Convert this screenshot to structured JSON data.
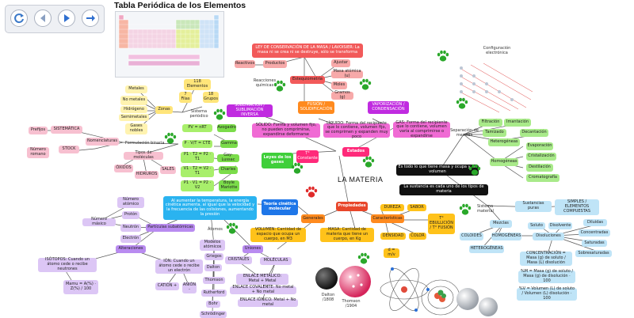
{
  "periodic_table": {
    "title": "Tabla Periódica de los Elementos"
  },
  "center_title": "LA MATERIA",
  "toolbar": {
    "icons": [
      "refresh-icon",
      "back-icon",
      "play-icon",
      "forward-icon"
    ]
  },
  "nodes": {
    "estados": "Estados",
    "propiedades": "Propiedades",
    "teoria": "Teoría cinética molecular",
    "leyes_gases": "Leyes de los gases",
    "generales": "Generales",
    "caracteristicas": "Características",
    "constante": "T° Constante",
    "ley_conservacion": "LEY DE CONSERVACIÓN DE LA MASA / LAVOISIER: La masa ni se crea ni se destruye, sólo se transforma",
    "reactivos": "Reactivos",
    "productos": "Productos",
    "reacciones": "Reacciones químicas",
    "estequiometria": "Estequiometría",
    "ajustar": "Ajustar",
    "masa_atomica": "Masa atómica (u)",
    "moles": "Moles",
    "gramos": "Gramos (g)",
    "fusion_solid": "FUSIÓN / SOLIDIFICACIÓN",
    "sublimacion": "SUBLIMACIÓN / SUBLIMACIÓN INVERSA",
    "vaporizacion": "VAPORIZACIÓN / CONDENSACIÓN",
    "solido": "SÓLIDO: Forma y volumen fijo, no pueden comprimirse, expandirse deformarse",
    "liquido": "LÍQUIDO: Forma del recipiente que lo contiene, volumen fijo, se comprimen y expanden muy poco",
    "gas": "GAS: Forma del recipiente que lo contiene, volumen varía al comprimirse o expandirse",
    "pv_nrt": "PV = nRT",
    "p_vt_cte": "P · V/T = CTE",
    "gay_lussac": "Gay-Lussac",
    "charles": "Charles",
    "boyle": "Boyle Mariotte",
    "avogadro": "Avogadro",
    "gamma": "Gamma",
    "p1_t1": "P1 · T2 = P2 · T1",
    "v1_t2": "V1 · T2 = V2 · T1",
    "p1_v1": "P1 · V1 = P2 · V2",
    "teoria_desc": "Al aumentar la temperatura, la energía cinética aumenta, al igual que la velocidad y la frecuencia de las colisiones, aumentando la presión",
    "atomos": "Átomos",
    "nivel_atomico": "Número atómico",
    "proton": "Protón",
    "neutron": "Neutrón",
    "electron": "Electrón",
    "numero_masico": "Número másico",
    "particulas": "Partículas subatómicas",
    "alteraciones": "Alteraciones",
    "isotopos": "ISÓTOPOS: Cuando un átomo cede o recibe neutrones",
    "ion": "IÓN: Cuando un átomo cede o recibe un electrón",
    "masa_formula": "Mamu = A(%) · Z(%) / 100",
    "cation": "CATIÓN +",
    "anion": "ANIÓN -",
    "modelos": "Modelos atómicos",
    "griegos": "Griegos",
    "dalton": "Dalton",
    "thomson": "Thomson",
    "rutherford": "Rutherford",
    "bohr": "Bohr",
    "schrodinger": "Schrödinger",
    "uniones": "Uniones",
    "cristales": "CRISTALES",
    "moleculas": "MOLÉCULAS",
    "enlace_metalico": "ENLACE METÁLICO: Metal + Metal",
    "enlace_covalente": "ENLACE COVALENTE: No metal + No metal",
    "enlace_ionico": "ENLACE IÓNICO: Metal + No metal",
    "volumen": "VOLUMEN: Cantidad de espacio que ocupa un cuerpo, en M3",
    "masa": "MASA: Cantidad de materia que tiene un cuerpo, en Kg",
    "dureza": "DUREZA",
    "sabor": "SABOR",
    "densidad": "DENSIDAD",
    "color": "COLOR",
    "ebullicion": "T° EBULLICIÓN / T° FUSIÓN",
    "d_mv": "d = m/v",
    "todo_masa": "Es todo lo que tiene masa y ocupa y un volumen",
    "sustancia": "La sustancia es cada uno de los tipos de materia",
    "separacion": "Separación de mezclas",
    "filtracion": "Filtración",
    "imantacion": "Imantación",
    "tamizado": "Tamizado",
    "decantacion": "Decantación",
    "heterogeneas": "Heterogéneas",
    "homogeneas": "Homogéneas",
    "evaporacion": "Evaporación",
    "cristalizacion": "Cristalización",
    "destilacion": "Destilación",
    "cromatografia": "Cromatografía",
    "config": "Configuración electrónica",
    "sistema_material": "Sistema material",
    "sustancias_puras": "Sustancias puras",
    "simples": "SIMPLES / ELEMENTOS COMPUESTAS",
    "mezclas": "Mezclas",
    "coloides": "COLOIDES",
    "homogeneas_up": "HOMOGÉNEAS",
    "heterogeneas_up": "HETEROGÉNEAS",
    "soluto": "Soluto",
    "disolvente": "Disolvente",
    "disoluciones": "Disoluciones",
    "diluidas": "Diluidas",
    "concentradas": "Concentradas",
    "saturadas": "Saturadas",
    "sobresaturadas": "Sobresaturadas",
    "concentracion": "CONCENTRACIÓN = Masa (g) de soluto / Masa (L) disolución",
    "pct_masa": "%M = Masa (g) de soluto / Masa (g) de disolución · 100",
    "pct_vol": "%V = Volumen (L) de soluto / Volumen (L) disolución · 100",
    "sistema_periodico": "Sistema periódico",
    "filas": "7 Filas",
    "grupos": "18 Grupos",
    "elementos": "118 Elementos",
    "zonas": "Zonas",
    "metales": "Metales",
    "no_metales": "No metales",
    "hidrogeno": "Hidrógeno",
    "semimetales": "Semimetales",
    "gases_nobles": "Gases nobles",
    "formulacion": "Formulación binaria",
    "tipos_moleculas": "Tipos de moléculas",
    "oxidos": "ÓXIDOS",
    "hidruros": "HIDRUROS",
    "sales": "SALES",
    "nomenclaturas": "Nomenclaturas",
    "prefijos": "Prefijos",
    "sistematica": "SISTEMÁTICA",
    "stock": "STOCK",
    "numero_romano": "Número romano",
    "dalton_caption": "Dalton /1808",
    "thomson_caption": "Thomson /1904"
  }
}
